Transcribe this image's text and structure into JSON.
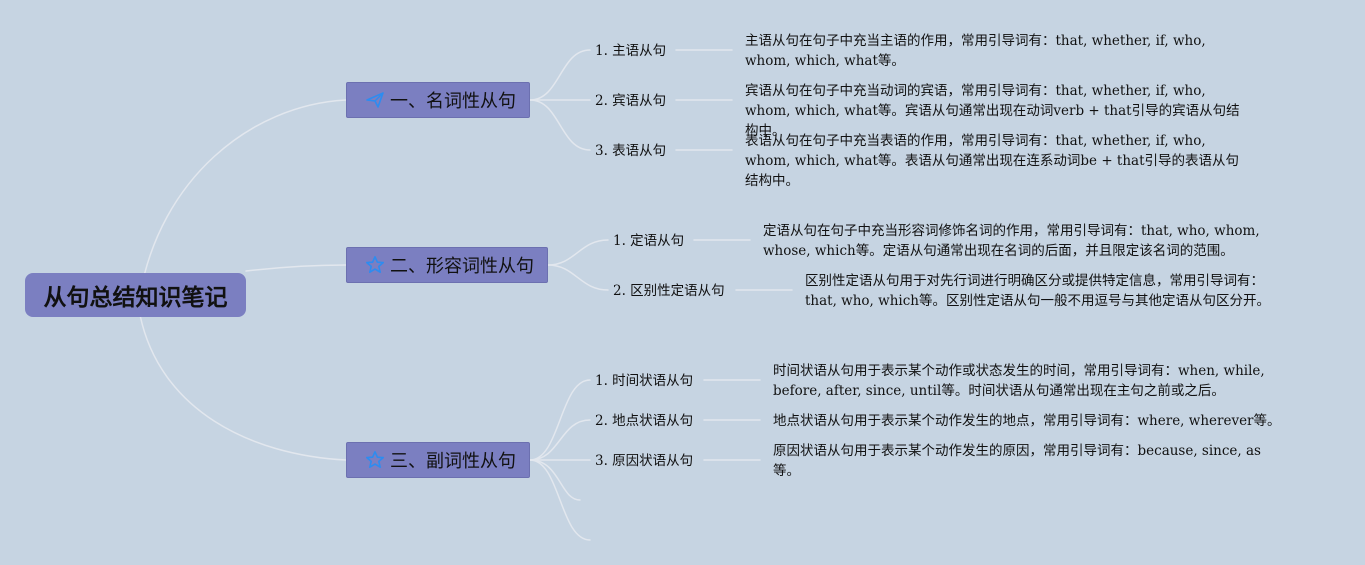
{
  "root": {
    "title": "从句总结知识笔记"
  },
  "branches": [
    {
      "icon": "paper-plane-icon",
      "label": "一、名词性从句",
      "children": [
        {
          "label": "1. 主语从句",
          "desc": "主语从句在句子中充当主语的作用，常用引导词有：that, whether, if, who, whom, which, what等。"
        },
        {
          "label": "2. 宾语从句",
          "desc": "宾语从句在句子中充当动词的宾语，常用引导词有：that, whether, if, who, whom, which, what等。宾语从句通常出现在动词verb + that引导的宾语从句结构中。"
        },
        {
          "label": "3. 表语从句",
          "desc": "表语从句在句子中充当表语的作用，常用引导词有：that, whether, if, who, whom, which, what等。表语从句通常出现在连系动词be + that引导的表语从句结构中。"
        }
      ]
    },
    {
      "icon": "star-icon",
      "label": "二、形容词性从句",
      "children": [
        {
          "label": "1. 定语从句",
          "desc": "定语从句在句子中充当形容词修饰名词的作用，常用引导词有：that, who, whom, whose, which等。定语从句通常出现在名词的后面，并且限定该名词的范围。"
        },
        {
          "label": "2. 区别性定语从句",
          "desc": "区别性定语从句用于对先行词进行明确区分或提供特定信息，常用引导词有：that, who, which等。区别性定语从句一般不用逗号与其他定语从句区分开。"
        }
      ]
    },
    {
      "icon": "star-icon",
      "label": "三、副词性从句",
      "children": [
        {
          "label": "1. 时间状语从句",
          "desc": "时间状语从句用于表示某个动作或状态发生的时间，常用引导词有：when, while, before, after, since, until等。时间状语从句通常出现在主句之前或之后。"
        },
        {
          "label": "2. 地点状语从句",
          "desc": "地点状语从句用于表示某个动作发生的地点，常用引导词有：where, wherever等。"
        },
        {
          "label": "3. 原因状语从句",
          "desc": "原因状语从句用于表示某个动作发生的原因，常用引导词有：because, since, as等。"
        }
      ]
    }
  ],
  "colors": {
    "background": "#c6d4e2",
    "node_fill": "#7b7fc1",
    "connector": "#e2e7ee",
    "icon_blue": "#2d8cf0"
  }
}
